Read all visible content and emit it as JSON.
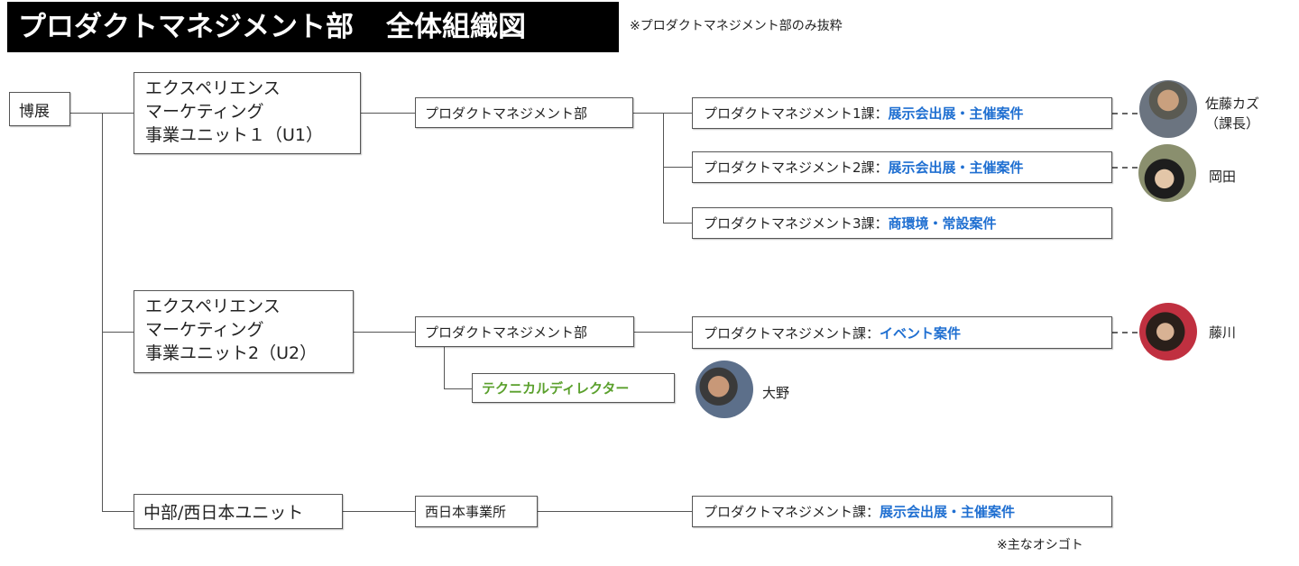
{
  "header": {
    "title_main": "プロダクトマネジメント部",
    "title_sub": "全体組織図",
    "note": "※プロダクトマネジメント部のみ抜粋"
  },
  "root": {
    "label": "博展"
  },
  "units": [
    {
      "lines": [
        "エクスペリエンス",
        "マーケティング",
        "事業ユニット１（U1）"
      ],
      "dept": "プロダクトマネジメント部",
      "sections": [
        {
          "prefix": "プロダクトマネジメント1課：",
          "work": "展示会出展・主催案件",
          "person": "佐藤カズ",
          "role": "（課長）"
        },
        {
          "prefix": "プロダクトマネジメント2課：",
          "work": "展示会出展・主催案件",
          "person": "岡田"
        },
        {
          "prefix": "プロダクトマネジメント3課：",
          "work": "商環境・常設案件"
        }
      ]
    },
    {
      "lines": [
        "エクスペリエンス",
        "マーケティング",
        "事業ユニット2（U2）"
      ],
      "dept": "プロダクトマネジメント部",
      "sections": [
        {
          "prefix": "プロダクトマネジメント課：",
          "work": "イベント案件",
          "person": "藤川"
        }
      ],
      "director": {
        "label": "テクニカルディレクター",
        "person": "大野"
      }
    },
    {
      "lines": [
        "中部/西日本ユニット"
      ],
      "dept": "西日本事業所",
      "sections": [
        {
          "prefix": "プロダクトマネジメント課：",
          "work": "展示会出展・主催案件"
        }
      ]
    }
  ],
  "footer_note": "※主なオシゴト",
  "colors": {
    "work": "#1f6fd1",
    "director": "#5aa02c"
  }
}
